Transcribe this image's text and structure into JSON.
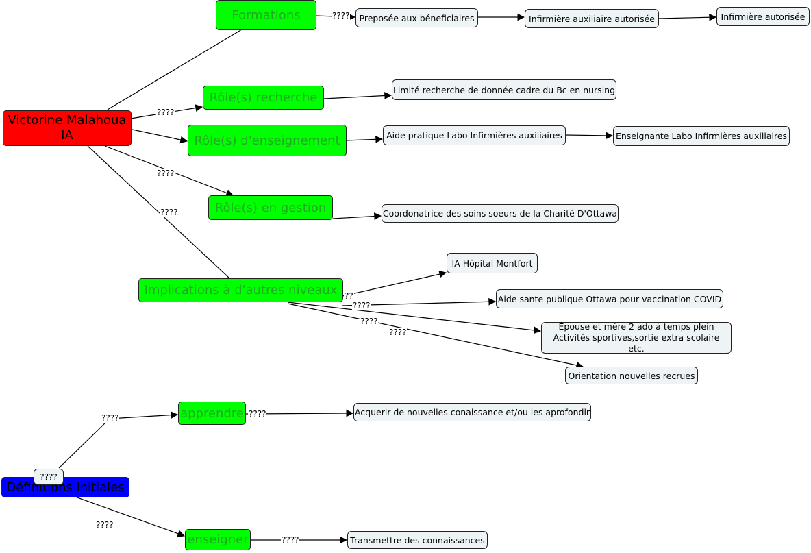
{
  "nodes": {
    "root": "Victorine Malahoua\nIA",
    "formations": "Formations",
    "recherche": "Rôle(s) recherche",
    "enseignement": "Rôle(s) d'enseignement",
    "gestion": "Rôle(s) en gestion",
    "implications": "Implications à d'autres niveaux",
    "preposee": "Preposée aux béneficiaires",
    "inf_aux": "Infirmière auxiliaire autorisée",
    "inf_aut": "Infirmière autorisée",
    "limite": "Limité recherche de donnée cadre du Bc en nursing",
    "aide_labo": "Aide pratique Labo Infirmières auxiliaires",
    "ens_labo": "Enseignante Labo Infirmières auxiliaires",
    "coord": "Coordonatrice des soins soeurs de la Charité D'Ottawa",
    "montfort": "IA Hôpital Montfort",
    "covid": "Aide sante publique Ottawa pour vaccination COVID",
    "epouse": "Épouse et mère 2 ado à temps plein\nActivités sportives,sortie extra scolaire etc.",
    "orientation": "Orientation nouvelles recrues",
    "definitions": "Définitions initiales",
    "apprendre": "apprendre",
    "enseigner": "enseigner",
    "acquerir": "Acquerir de nouvelles conaissance et/ou les aprofondir",
    "transmettre": "Transmettre des connaissances"
  },
  "link_label": "????",
  "link_label_short": "??",
  "link_label_stub": "....",
  "colors": {
    "concept": "#00ff00",
    "root": "#ff0000",
    "definitions": "#0000ff",
    "leaf": "#eef3f5"
  }
}
